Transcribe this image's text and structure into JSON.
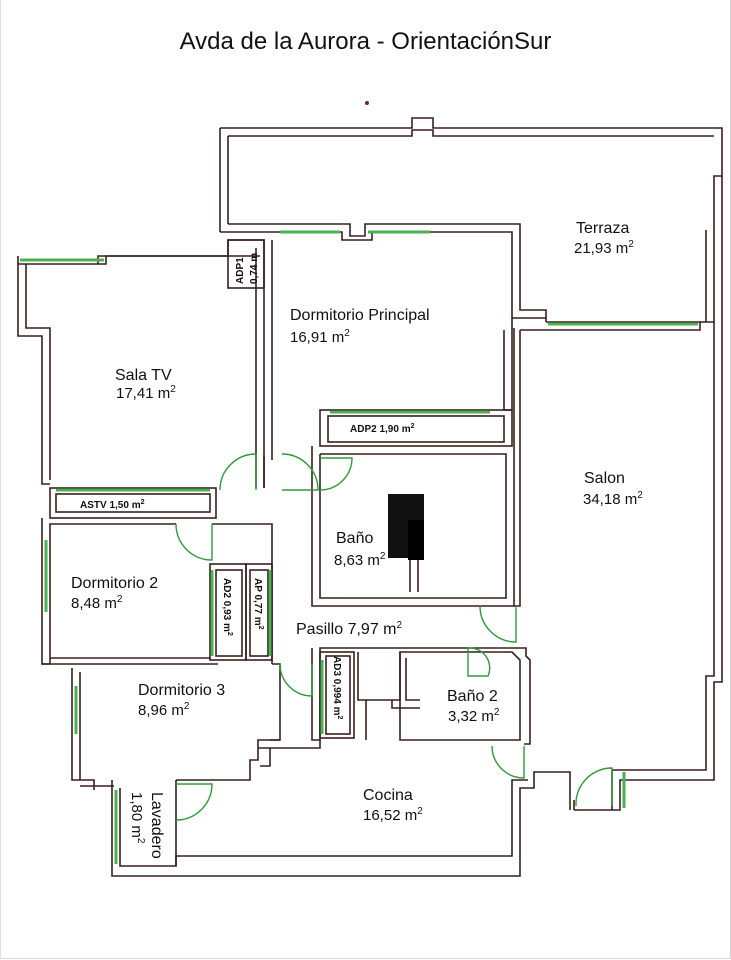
{
  "title": "Avda de la Aurora - OrientaciónSur",
  "colors": {
    "wall": "#3a1f1f",
    "window": "#4caf50",
    "door": "#2e9a3a",
    "ink": "#111111"
  },
  "rooms": {
    "terraza": {
      "name": "Terraza",
      "area": "21,93 m"
    },
    "dormitorio_principal": {
      "name": "Dormitorio Principal",
      "area": "16,91 m"
    },
    "sala_tv": {
      "name": "Sala TV",
      "area": "17,41 m"
    },
    "adp1": {
      "label": "ADP1",
      "area": "0,74 m"
    },
    "adp2": {
      "label": "ADP2  1,90 m"
    },
    "astv": {
      "label": "ASTV  1,50 m"
    },
    "salon": {
      "name": "Salon",
      "area": "34,18 m"
    },
    "bano": {
      "name": "Baño",
      "area": "8,63 m"
    },
    "dormitorio_2": {
      "name": "Dormitorio 2",
      "area": "8,48 m"
    },
    "ad2": {
      "label": "AD2  0,93 m"
    },
    "ap": {
      "label": "AP  0,77 m"
    },
    "pasillo": {
      "name": "Pasillo 7,97 m"
    },
    "ad3": {
      "label": "AD3  0,994 m"
    },
    "dormitorio_3": {
      "name": "Dormitorio 3",
      "area": "8,96 m"
    },
    "bano_2": {
      "name": "Baño 2",
      "area": "3,32 m"
    },
    "cocina": {
      "name": "Cocina",
      "area": "16,52 m"
    },
    "lavadero": {
      "name": "Lavadero",
      "area": "1,80 m"
    }
  },
  "sup": "2"
}
